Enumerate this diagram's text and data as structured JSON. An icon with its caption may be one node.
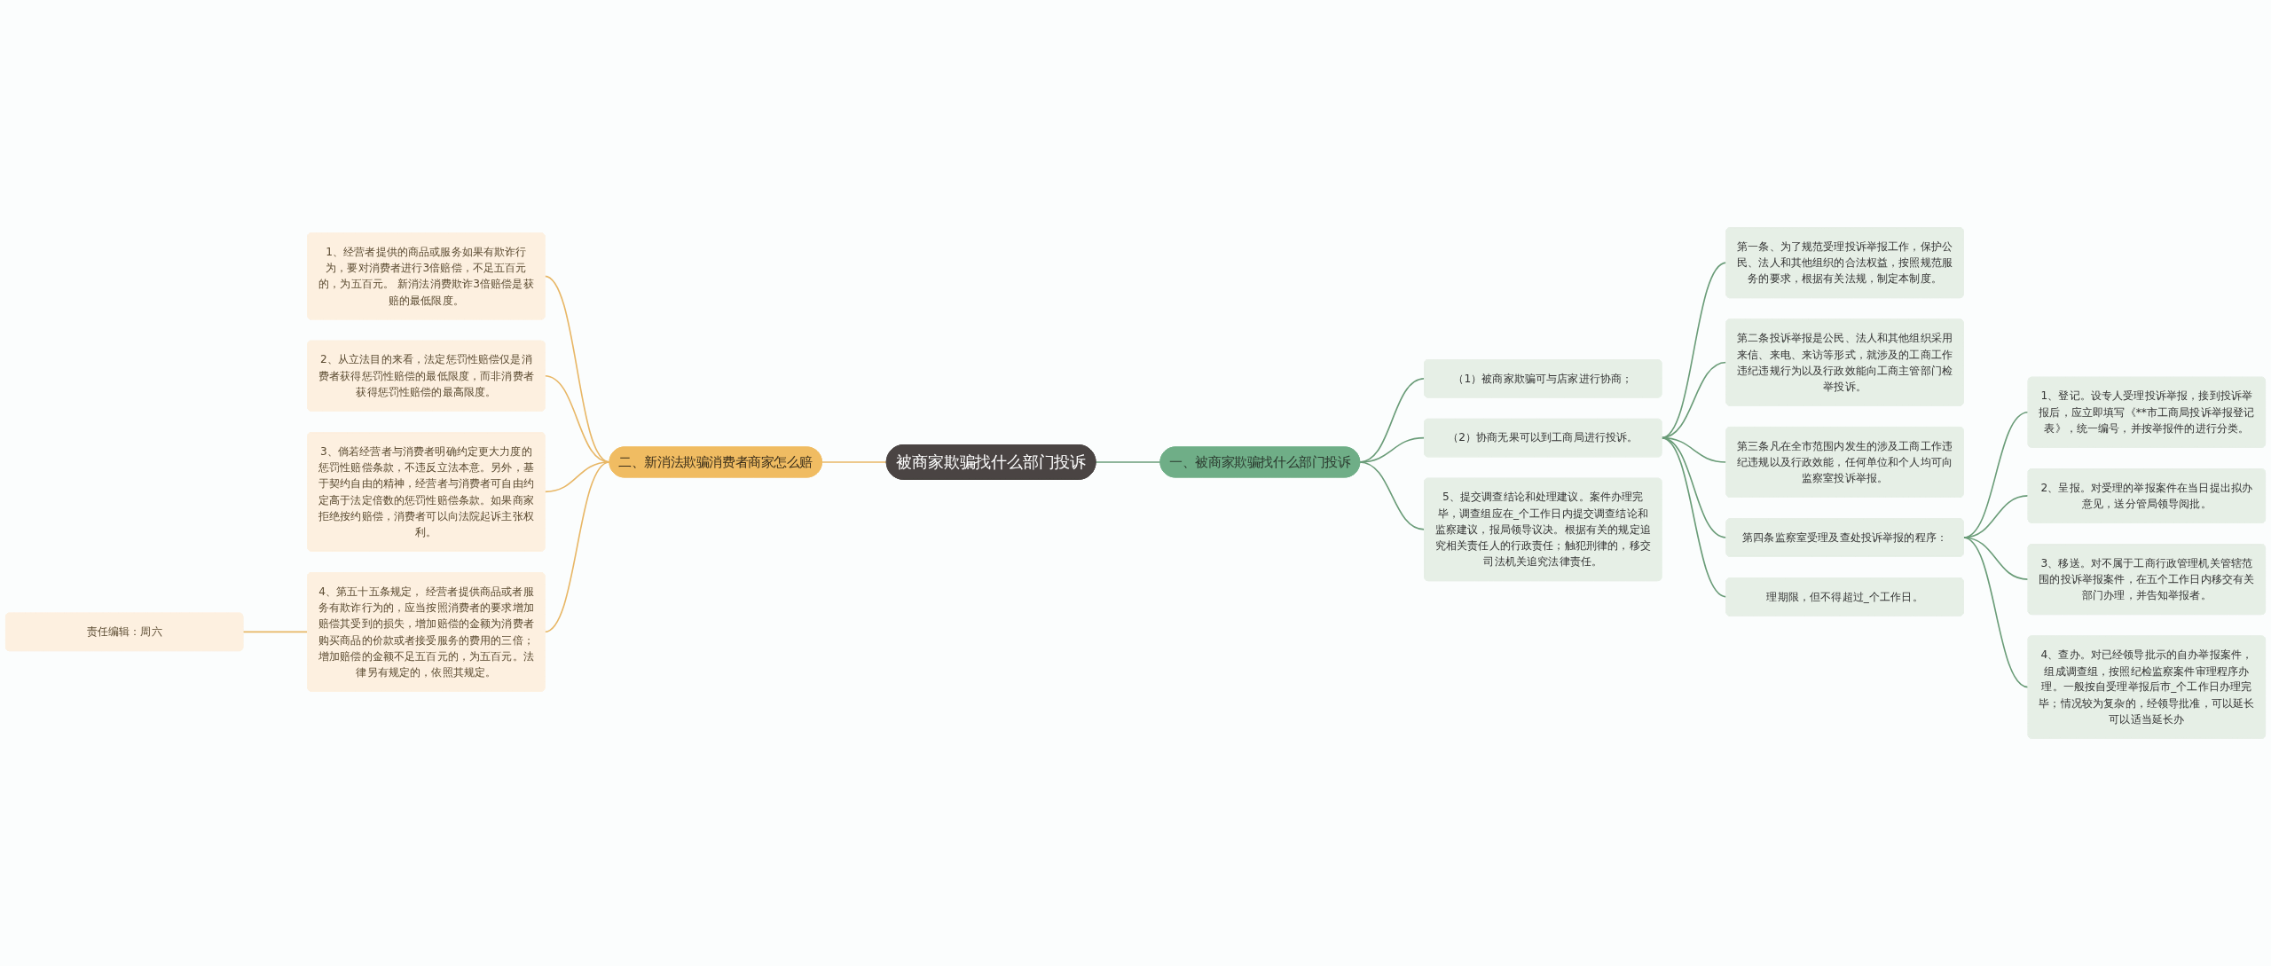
{
  "diagram": {
    "nodes": [
      {
        "text": [
          "被商家欺骗找什么部门投诉"
        ]
      },
      {
        "text": [
          "一、被商家欺骗找什么部门投诉"
        ]
      },
      {
        "text": [
          "（1）被商家欺骗可与店家进行协商；"
        ]
      },
      {
        "text": [
          "（2）协商无果可以到工商局进行投诉。"
        ]
      },
      {
        "text": [
          "第一条、为了规范受理投诉举报工作，保护公民、法人和其他组织的合法权益，按照规范服务的要求，根据有关法规，制定本制度。"
        ]
      },
      {
        "text": [
          "第二条投诉举报是公民、法人和其他组织采用来信、来电、来访等形式，就涉及的工商工作违纪违规行为以及行政效能向工商主管部门检举投诉。"
        ]
      },
      {
        "text": [
          "第三条凡在全市范围内发生的涉及工商工作违纪违规以及行政效能，任何单位和个人均可向监察室投诉举报。"
        ]
      },
      {
        "text": [
          "第四条监察室受理及查处投诉举报的程序："
        ]
      },
      {
        "text": [
          "1、登记。设专人受理投诉举报，接到投诉举报后，应立即填写《**市工商局投诉举报登记表》，统一编号，并按举报件的进行分类。"
        ]
      },
      {
        "text": [
          "2、呈报。对受理的举报案件在当日提出拟办意见，送分管局领导阅批。"
        ]
      },
      {
        "text": [
          "3、移送。对不属于工商行政管理机关管辖范围的投诉举报案件，在五个工作日内移交有关部门办理，并告知举报者。"
        ]
      },
      {
        "text": [
          "4、查办。对已经领导批示的自办举报案件，组成调查组，按照纪检监察案件审理程序办理。一般按自受理举报后市_个工作日办理完毕；情况较为复杂的，经领导批准，可以延长可以适当延长办"
        ]
      },
      {
        "text": [
          "理期限，但不得超过_个工作日。"
        ]
      },
      {
        "text": [
          "5、提交调查结论和处理建议。案件办理完毕，调查组应在_个工作日内提交调查结论和监察建议，报局领导议决。根据有关的规定追究相关责任人的行政责任；触犯刑律的，移交司法机关追究法律责任。"
        ]
      },
      {
        "text": [
          "二、新消法欺骗消费者商家怎么赔"
        ]
      },
      {
        "text": [
          "1、经营者提供的商品或服务如果有欺诈行为，要对消费者进行3倍赔偿，不足五百元的，为五百元。 新消法消费欺诈3倍赔偿是获赔的最低限度。"
        ]
      },
      {
        "text": [
          "2、从立法目的来看，法定惩罚性赔偿仅是消费者获得惩罚性赔偿的最低限度，而非消费者获得惩罚性赔偿的最高限度。"
        ]
      },
      {
        "text": [
          "3、倘若经营者与消费者明确约定更大力度的惩罚性赔偿条款，不违反立法本意。另外，基于契约自由的精神，经营者与消费者可自由约定高于法定倍数的惩罚性赔偿条款。如果商家拒绝按约赔偿，消费者可以向法院起诉主张权利。"
        ]
      },
      {
        "text": [
          "4、第五十五条规定， 经营者提供商品或者服务有欺诈行为的，应当按照消费者的要求增加赔偿其受到的损失，增加赔偿的金额为消费者购买商品的价款或者接受服务的费用的三倍；增加赔偿的金额不足五百元的，为五百元。法律另有规定的，依照其规定。"
        ]
      },
      {
        "text": [
          "责任编辑：周六"
        ]
      }
    ],
    "edges": [
      {
        "from": 0,
        "to": 1,
        "arrow": "none"
      },
      {
        "from": 1,
        "to": 2,
        "arrow": "none"
      },
      {
        "from": 1,
        "to": 3,
        "arrow": "none"
      },
      {
        "from": 3,
        "to": 4,
        "arrow": "none"
      },
      {
        "from": 3,
        "to": 5,
        "arrow": "none"
      },
      {
        "from": 3,
        "to": 6,
        "arrow": "none"
      },
      {
        "from": 3,
        "to": 7,
        "arrow": "none"
      },
      {
        "from": 7,
        "to": 8,
        "arrow": "none"
      },
      {
        "from": 7,
        "to": 9,
        "arrow": "none"
      },
      {
        "from": 7,
        "to": 10,
        "arrow": "none"
      },
      {
        "from": 7,
        "to": 11,
        "arrow": "none"
      },
      {
        "from": 3,
        "to": 12,
        "arrow": "none"
      },
      {
        "from": 1,
        "to": 13,
        "arrow": "none"
      },
      {
        "from": 0,
        "to": 14,
        "arrow": "none",
        "color": "#e8b766"
      },
      {
        "from": 14,
        "to": 15,
        "arrow": "none",
        "color": "#e8b766"
      },
      {
        "from": 14,
        "to": 16,
        "arrow": "none",
        "color": "#e8b766"
      },
      {
        "from": 14,
        "to": 17,
        "arrow": "none",
        "color": "#e8b766"
      },
      {
        "from": 14,
        "to": 18,
        "arrow": "none",
        "color": "#e8b766"
      },
      {
        "from": 18,
        "to": 19,
        "arrow": "none",
        "color": "#e8b766"
      }
    ]
  }
}
